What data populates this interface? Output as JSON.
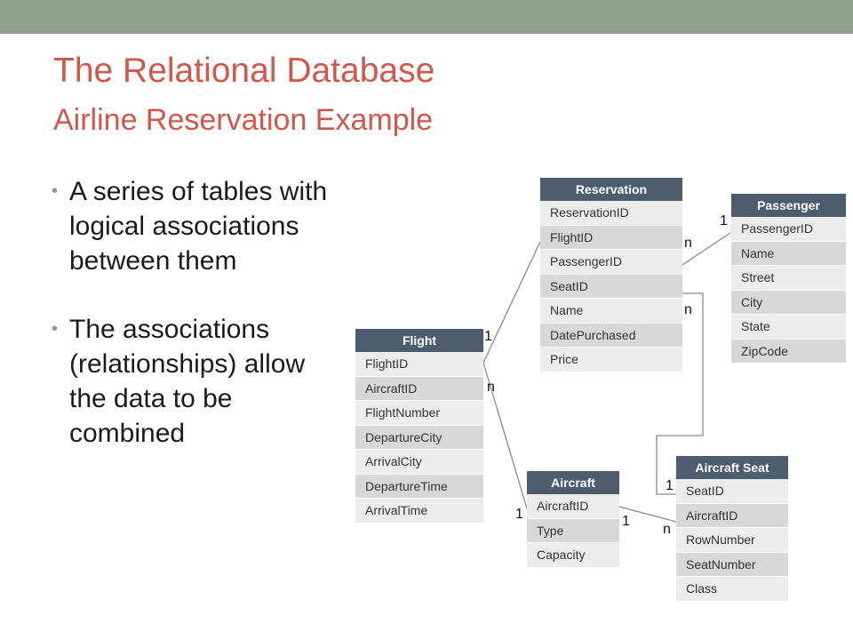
{
  "title": "The Relational Database",
  "subtitle": "Airline Reservation Example",
  "bullets": [
    "A series of tables with logical associations between them",
    "The associations (relationships) allow the data to be combined"
  ],
  "tables": {
    "reservation": {
      "name": "Reservation",
      "fields": [
        "ReservationID",
        "FlightID",
        "PassengerID",
        "SeatID",
        "Name",
        "DatePurchased",
        "Price"
      ]
    },
    "passenger": {
      "name": "Passenger",
      "fields": [
        "PassengerID",
        "Name",
        "Street",
        "City",
        "State",
        "ZipCode"
      ]
    },
    "flight": {
      "name": "Flight",
      "fields": [
        "FlightID",
        "AircraftID",
        "FlightNumber",
        "DepartureCity",
        "ArrivalCity",
        "DepartureTime",
        "ArrivalTime"
      ]
    },
    "aircraft": {
      "name": "Aircraft",
      "fields": [
        "AircraftID",
        "Type",
        "Capacity"
      ]
    },
    "aircraft_seat": {
      "name": "Aircraft Seat",
      "fields": [
        "SeatID",
        "AircraftID",
        "RowNumber",
        "SeatNumber",
        "Class"
      ]
    }
  },
  "cardinality": {
    "flight_reservation_one": "1",
    "flight_aircraft_n": "n",
    "reservation_passenger_n": "n",
    "passenger_one": "1",
    "reservation_seat_n": "n",
    "seat_one": "1",
    "aircraft_flight_one": "1",
    "aircraft_seat_one": "1",
    "seat_aircraft_n": "n"
  },
  "colors": {
    "title": "#d0574a",
    "topbar": "#8fa08f",
    "table_header": "#4d5d6d",
    "row_light": "#ececec",
    "row_dark": "#d8d8d8"
  }
}
